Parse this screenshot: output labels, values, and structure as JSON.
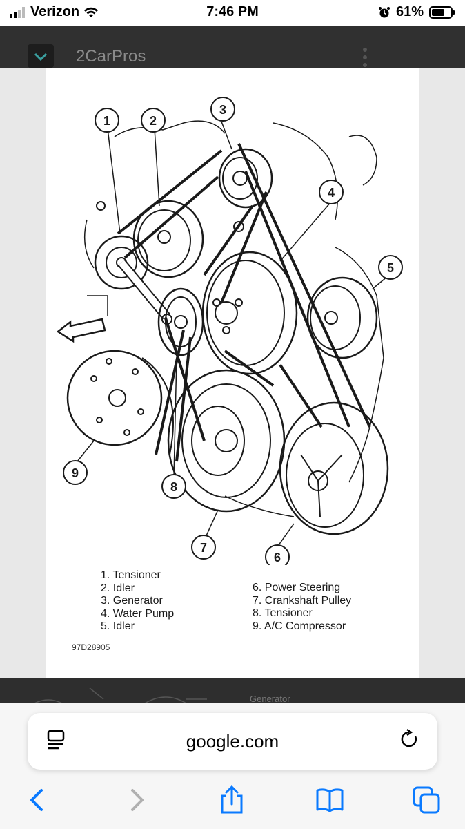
{
  "status_bar": {
    "carrier": "Verizon",
    "time": "7:46 PM",
    "battery": "61%"
  },
  "site": {
    "title": "2CarPros"
  },
  "diagram": {
    "callouts": [
      "1",
      "2",
      "3",
      "4",
      "5",
      "6",
      "7",
      "8",
      "9"
    ],
    "legend_left": [
      "1. Tensioner",
      "2. Idler",
      "3. Generator",
      "4. Water Pump",
      "5. Idler"
    ],
    "legend_right": [
      "6. Power Steering",
      "7. Crankshaft Pulley",
      "8. Tensioner",
      "9. A/C Compressor"
    ],
    "figure_code": "97D28905"
  },
  "next_section": {
    "partial_label": "Generator"
  },
  "browser": {
    "url": "google.com",
    "icons": [
      "reader-icon",
      "reload-icon",
      "back-icon",
      "forward-icon",
      "share-icon",
      "bookmarks-icon",
      "tabs-icon"
    ]
  },
  "colors": {
    "header_bg": "#303030",
    "accent": "#0a7aff",
    "disabled": "#b0b0b0"
  }
}
